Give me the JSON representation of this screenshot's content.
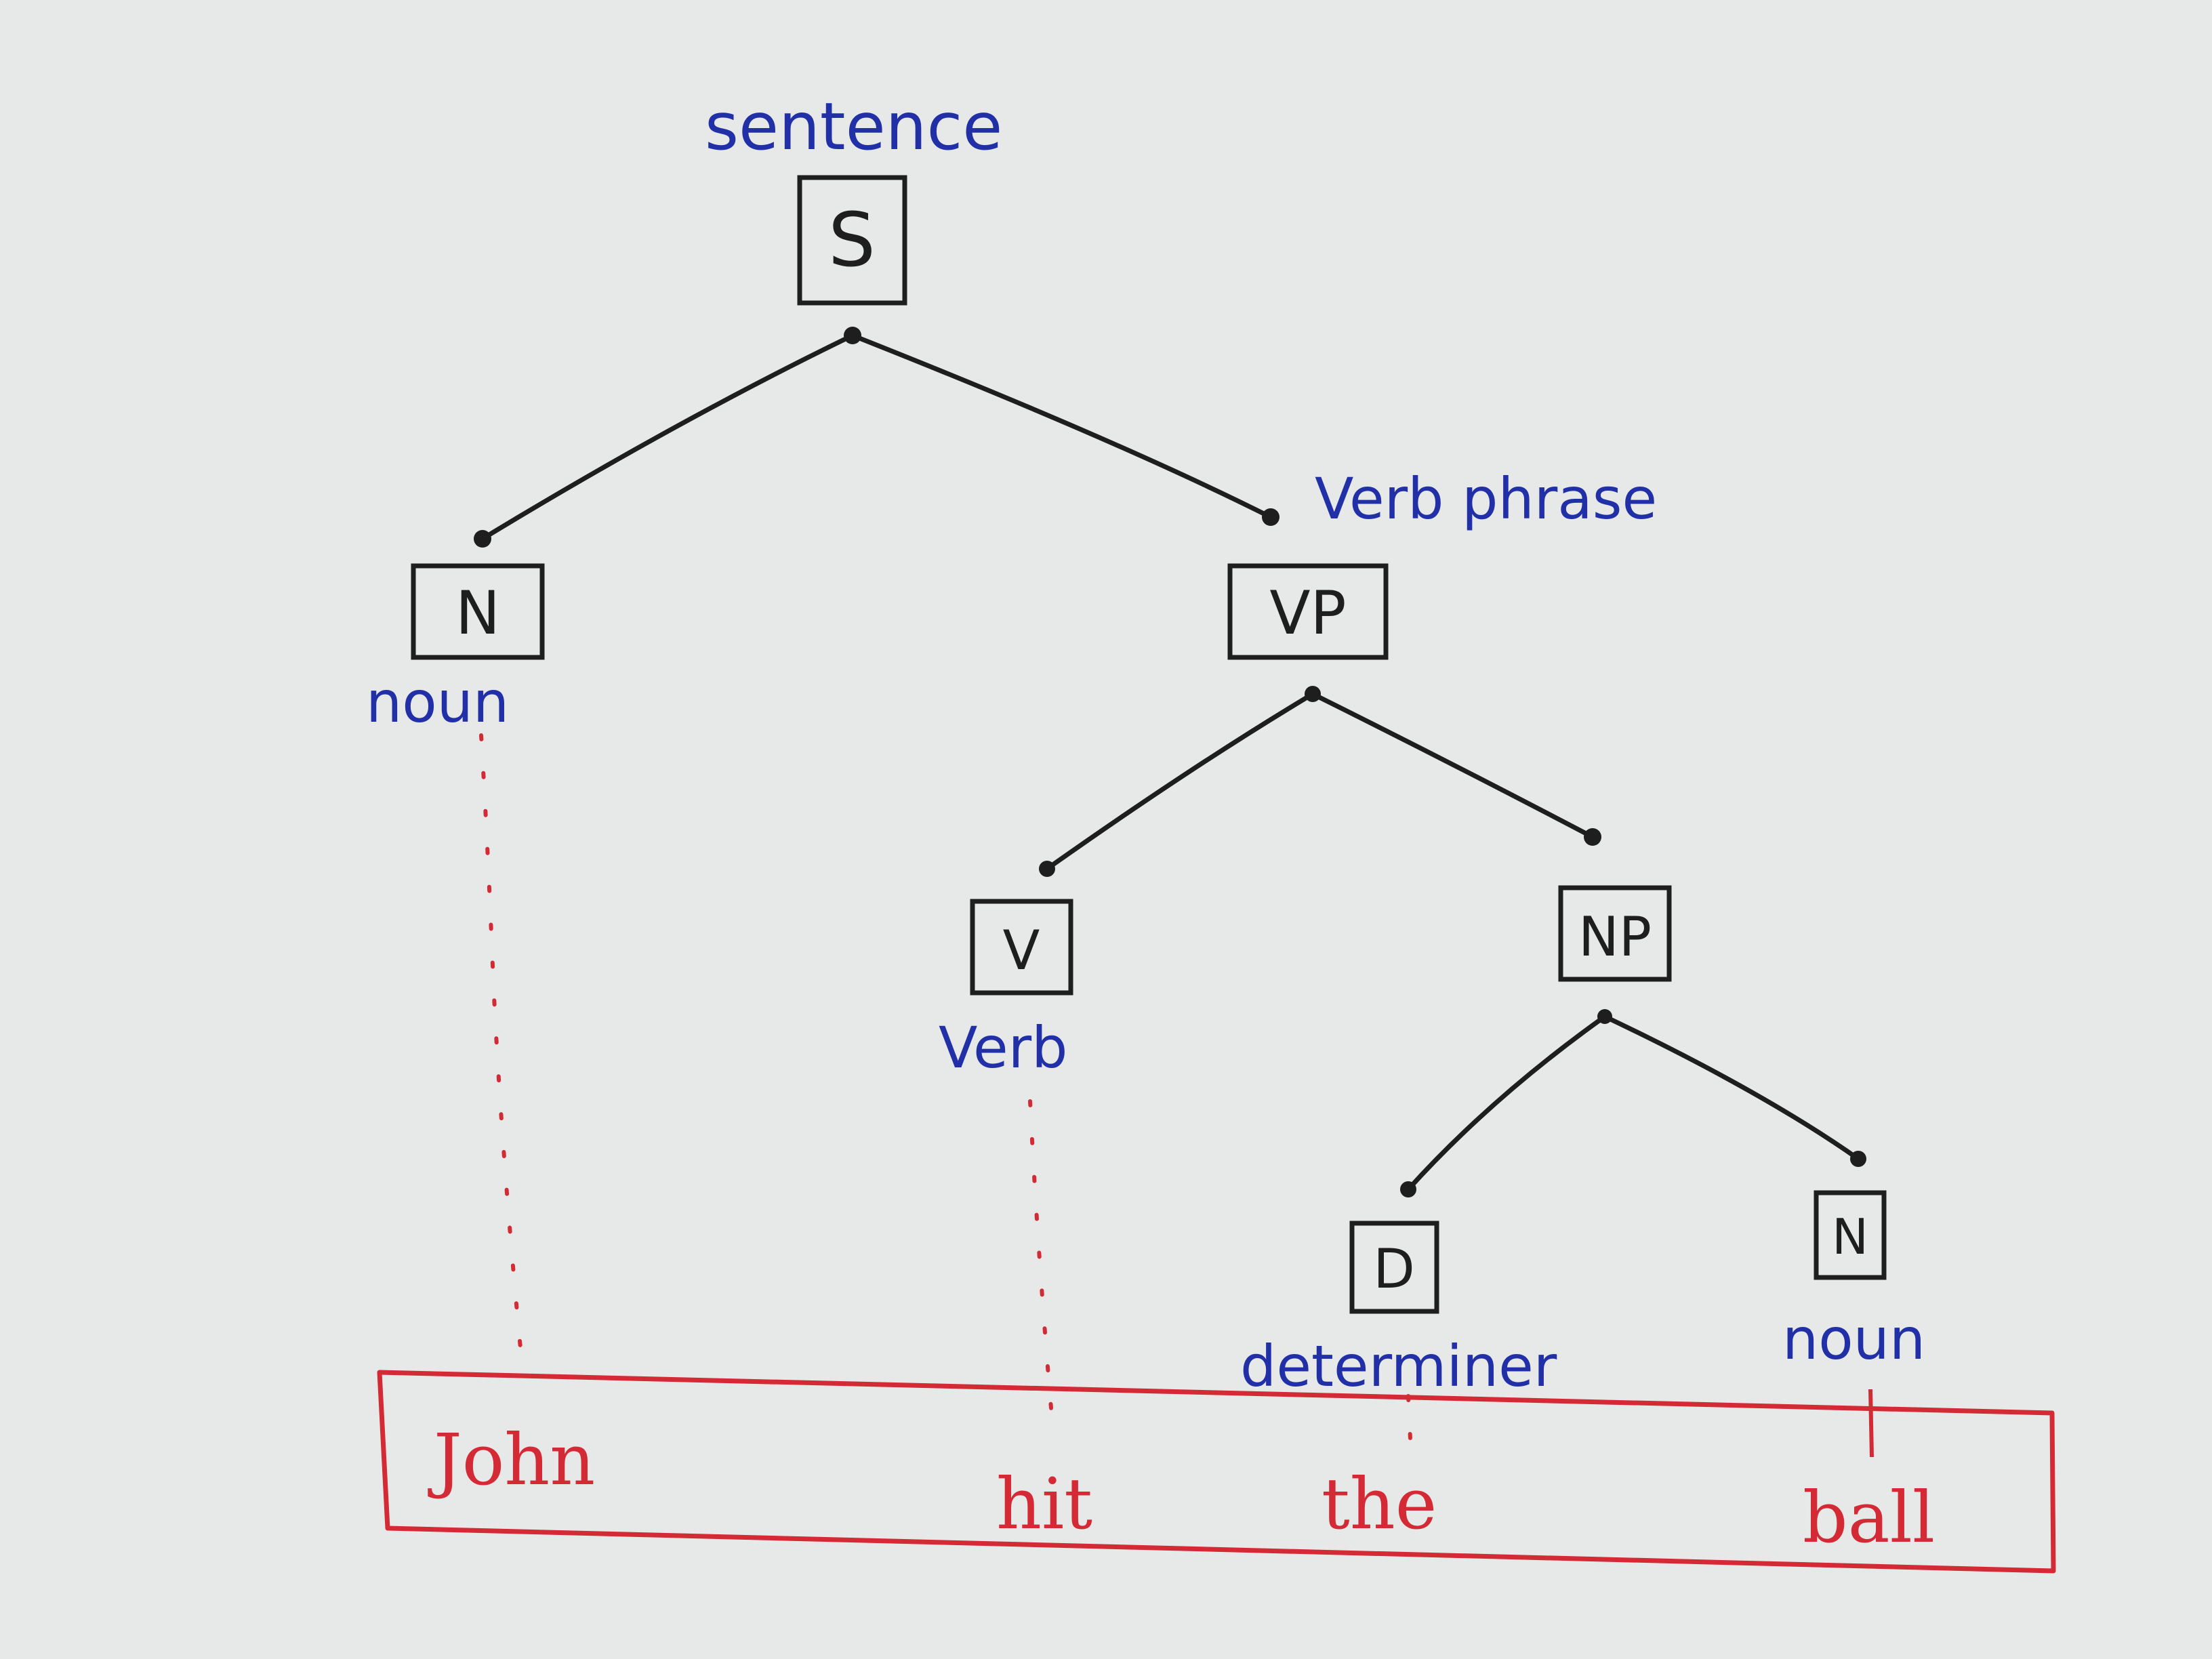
{
  "colors": {
    "paper": "#e6e9e7",
    "ink": "#1e1e1e",
    "gloss_ink": "#2230a8",
    "word_ink": "#d42a35"
  },
  "tree": {
    "root": {
      "label": "S",
      "gloss": "sentence"
    },
    "nodes": [
      {
        "id": "n_subject",
        "label": "N",
        "gloss": "noun"
      },
      {
        "id": "vp",
        "label": "VP",
        "gloss": "Verb phrase"
      },
      {
        "id": "v",
        "label": "V",
        "gloss": "Verb"
      },
      {
        "id": "np",
        "label": "NP",
        "gloss": ""
      },
      {
        "id": "d",
        "label": "D",
        "gloss": "determiner"
      },
      {
        "id": "n_object",
        "label": "N",
        "gloss": "noun"
      }
    ]
  },
  "sentence_words": [
    "John",
    "hit",
    "the",
    "ball"
  ]
}
